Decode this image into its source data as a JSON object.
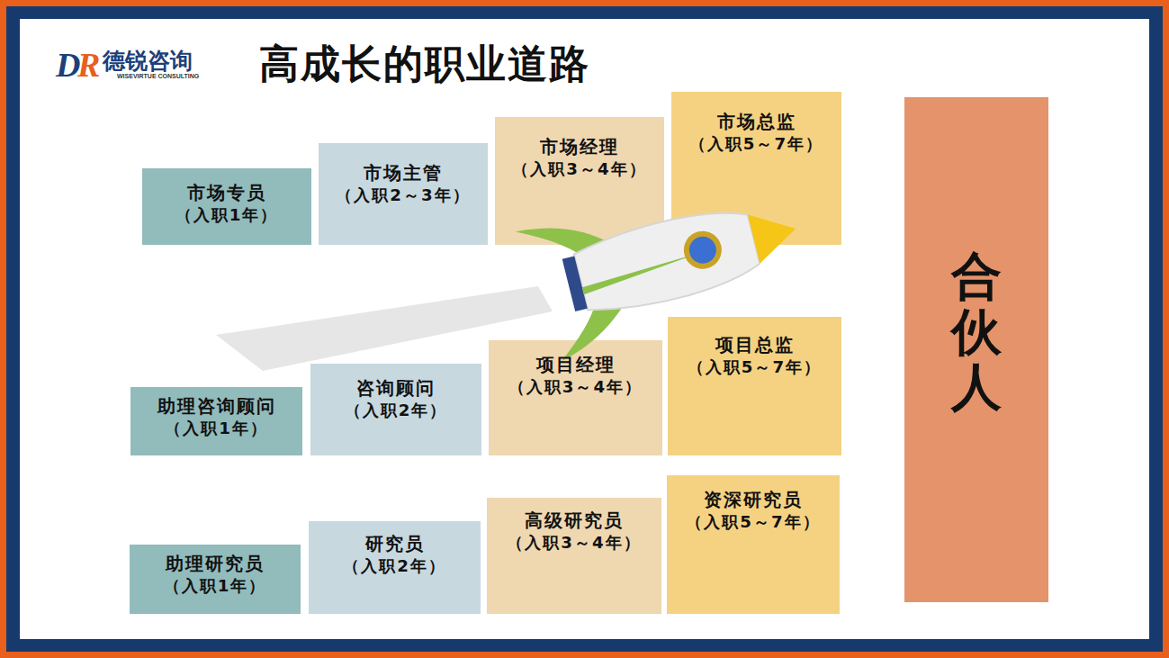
{
  "diagram": {
    "title": "高成长的职业道路",
    "nodes": [
      {
        "text": [
          "市场专员",
          "（入职1年）"
        ]
      },
      {
        "text": [
          "市场主管",
          "（入职2～3年）"
        ]
      },
      {
        "text": [
          "市场经理",
          "（入职3～4年）"
        ]
      },
      {
        "text": [
          "市场总监",
          "（入职5～7年）"
        ]
      },
      {
        "text": [
          "助理咨询顾问",
          "（入职1年）"
        ]
      },
      {
        "text": [
          "咨询顾问",
          "（入职2年）"
        ]
      },
      {
        "text": [
          "项目经理",
          "（入职3～4年）"
        ]
      },
      {
        "text": [
          "项目总监",
          "（入职5～7年）"
        ]
      },
      {
        "text": [
          "助理研究员",
          "（入职1年）"
        ]
      },
      {
        "text": [
          "研究员",
          "（入职2年）"
        ]
      },
      {
        "text": [
          "高级研究员",
          "（入职3～4年）"
        ]
      },
      {
        "text": [
          "资深研究员",
          "（入职5～7年）"
        ]
      },
      {
        "text": [
          "合伙人"
        ]
      }
    ],
    "labels": [
      "D",
      "R",
      "德锐咨询",
      "WISEVIRTUE CONSULTING"
    ]
  }
}
